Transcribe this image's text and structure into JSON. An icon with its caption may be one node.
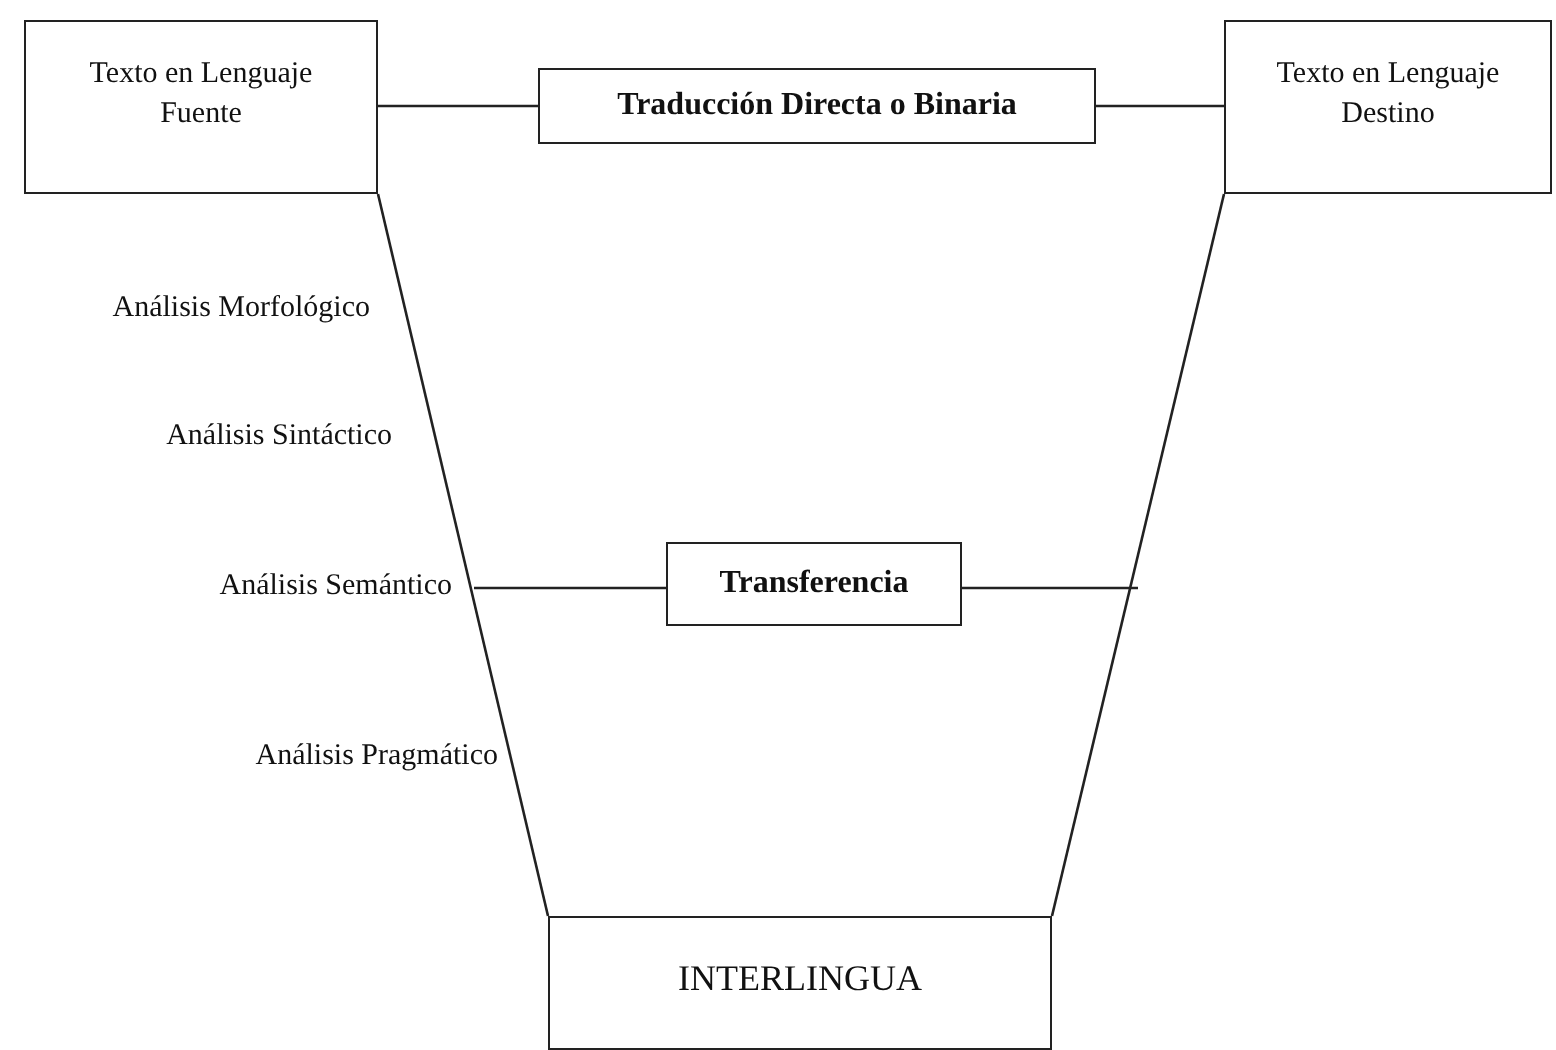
{
  "diagram": {
    "nodes": [
      {
        "text": [
          "Texto en Lenguaje Fuente"
        ]
      },
      {
        "text": [
          "Traducción Directa o Binaria"
        ]
      },
      {
        "text": [
          "Texto en Lenguaje Destino"
        ]
      },
      {
        "text": [
          "Transferencia"
        ]
      },
      {
        "text": [
          "INTERLINGUA"
        ]
      }
    ],
    "edges": [
      {
        "from": 0,
        "to": 1,
        "arrow": "none"
      },
      {
        "from": 1,
        "to": 2,
        "arrow": "none"
      },
      {
        "from": 0,
        "to": 4,
        "arrow": "none"
      },
      {
        "from": 2,
        "to": 4,
        "arrow": "none"
      },
      {
        "from": null,
        "to": 3,
        "arrow": "none"
      },
      {
        "from": 3,
        "to": null,
        "arrow": "none"
      }
    ],
    "labels": [
      "Análisis Morfológico",
      "Análisis Sintáctico",
      "Análisis Semántico",
      "Análisis Pragmático"
    ]
  }
}
